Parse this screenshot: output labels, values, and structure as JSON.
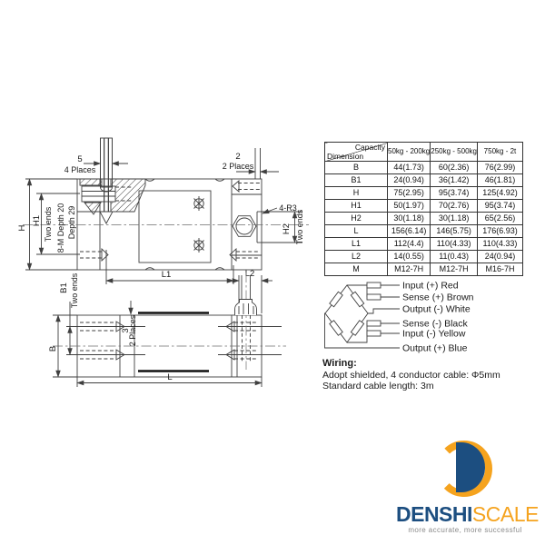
{
  "drawing": {
    "labels": {
      "h": "H",
      "h1": "H1",
      "h2": "H2",
      "b": "B",
      "b1": "B1",
      "l": "L",
      "l1": "L1",
      "l2": "L2",
      "two_ends": "Two ends",
      "thread_note": "8-M Depth 20",
      "depth_note": "Depth 29",
      "five": "5",
      "four_places": "4 Places",
      "two": "2",
      "two_places": "2 Places",
      "three": "3",
      "radius_note": "4-R3"
    }
  },
  "table": {
    "capacity_label": "Capacity",
    "dimension_label": "Dimension",
    "columns": [
      "50kg - 200kg",
      "250kg - 500kg",
      "750kg - 2t"
    ],
    "rows": [
      {
        "dim": "B",
        "values": [
          "44(1.73)",
          "60(2.36)",
          "76(2.99)"
        ]
      },
      {
        "dim": "B1",
        "values": [
          "24(0.94)",
          "36(1.42)",
          "46(1.81)"
        ]
      },
      {
        "dim": "H",
        "values": [
          "75(2.95)",
          "95(3.74)",
          "125(4.92)"
        ]
      },
      {
        "dim": "H1",
        "values": [
          "50(1.97)",
          "70(2.76)",
          "95(3.74)"
        ]
      },
      {
        "dim": "H2",
        "values": [
          "30(1.18)",
          "30(1.18)",
          "65(2.56)"
        ]
      },
      {
        "dim": "L",
        "values": [
          "156(6.14)",
          "146(5.75)",
          "176(6.93)"
        ]
      },
      {
        "dim": "L1",
        "values": [
          "112(4.4)",
          "110(4.33)",
          "110(4.33)"
        ]
      },
      {
        "dim": "L2",
        "values": [
          "14(0.55)",
          "11(0.43)",
          "24(0.94)"
        ]
      },
      {
        "dim": "M",
        "values": [
          "M12-7H",
          "M12-7H",
          "M16-7H"
        ]
      }
    ]
  },
  "wiring_diagram": {
    "labels": [
      "Input (+) Red",
      "Sense (+) Brown",
      "Output (-) White",
      "Sense (-) Black",
      "Input (-) Yellow",
      "Output (+) Blue"
    ]
  },
  "wiring_notes": {
    "title": "Wiring:",
    "line1": "Adopt shielded, 4 conductor cable: Φ5mm",
    "line2": "Standard cable length: 3m"
  },
  "logo": {
    "name_primary": "DENSHI",
    "name_secondary": "SCALE",
    "tagline": "more accurate, more successful",
    "colors": {
      "blue": "#1c4e80",
      "orange": "#f5a31e"
    }
  }
}
